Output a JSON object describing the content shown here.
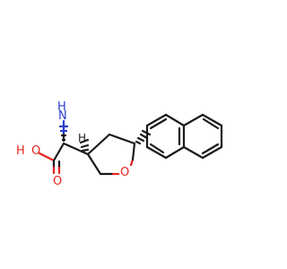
{
  "molecule": {
    "labels": {
      "nh2_h": "H",
      "nh2_n": "N",
      "oh_o": "O",
      "oh_h": "H",
      "carbonyl_o": "O",
      "stereo_h": "H",
      "ring_o": "O"
    },
    "colors": {
      "carbon": "#1a1a1a",
      "oxygen": "#e8231d",
      "nitrogen": "#2b3bd1"
    }
  }
}
